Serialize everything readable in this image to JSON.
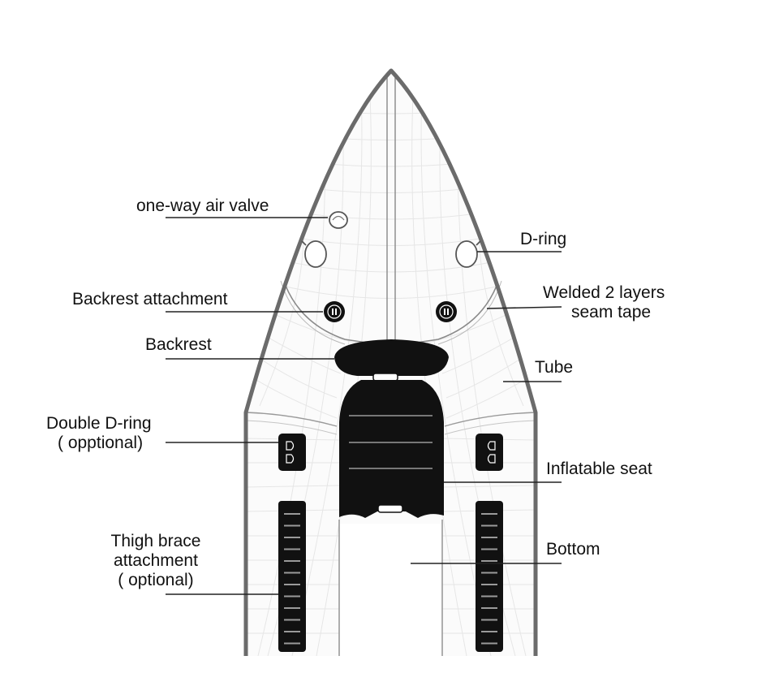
{
  "labels": {
    "air_valve": "one-way air valve",
    "backrest_attachment": "Backrest attachment",
    "backrest": "Backrest",
    "double_d_ring_line1": "Double D-ring",
    "double_d_ring_line2": "( opptional)",
    "thigh_brace_line1": "Thigh brace",
    "thigh_brace_line2": "attachment",
    "thigh_brace_line3": "( optional)",
    "d_ring": "D-ring",
    "welded_line1": "Welded 2 layers",
    "welded_line2": "seam tape",
    "tube": "Tube",
    "inflatable_seat": "Inflatable seat",
    "bottom": "Bottom"
  },
  "colors": {
    "outline": "#6b6b6b",
    "grid": "#e4e4e4",
    "dark_part": "#111111",
    "leader": "#222222",
    "text": "#111111"
  }
}
